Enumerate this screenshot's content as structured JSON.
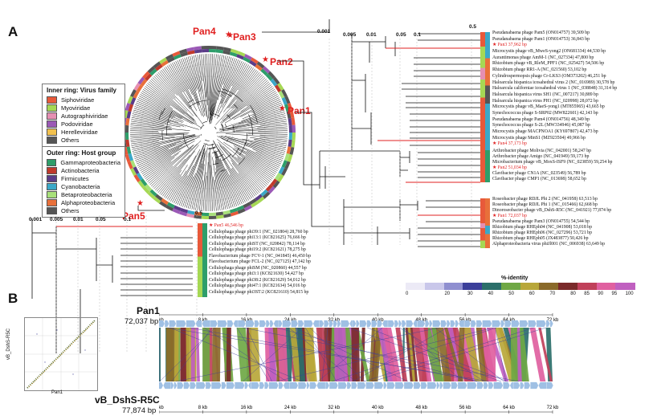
{
  "panels": {
    "a": "A",
    "b": "B"
  },
  "pan_labels": [
    "Pan1",
    "Pan2",
    "Pan3",
    "Pan4",
    "Pan5"
  ],
  "legend_virus": {
    "title": "Inner ring: Virus family",
    "items": [
      {
        "label": "Siphoviridae",
        "color": "#e8593a"
      },
      {
        "label": "Myoviridae",
        "color": "#a6d854"
      },
      {
        "label": "Autographiviridae",
        "color": "#e58fb2"
      },
      {
        "label": "Podoviridae",
        "color": "#9b59b6"
      },
      {
        "label": "Herelleviridae",
        "color": "#f2c14e"
      },
      {
        "label": "Others",
        "color": "#555555"
      }
    ]
  },
  "legend_host": {
    "title": "Outer ring: Host group",
    "items": [
      {
        "label": "Gammaproteobacteria",
        "color": "#2e9e6a"
      },
      {
        "label": "Actinobacteria",
        "color": "#c0392b"
      },
      {
        "label": "Firmicutes",
        "color": "#5b3c88"
      },
      {
        "label": "Cyanobacteria",
        "color": "#3ba8c8"
      },
      {
        "label": "Betaproteobacteria",
        "color": "#a8e07a"
      },
      {
        "label": "Alphaproteobacteria",
        "color": "#e8703a"
      },
      {
        "label": "Others",
        "color": "#555555"
      }
    ]
  },
  "scale_ticks_right": [
    "0.001",
    "0.005",
    "0.01",
    "0.05",
    "0.1",
    "0.5"
  ],
  "scale_ticks_left": [
    "0.001",
    "0.005",
    "0.01",
    "0.05",
    "0.1",
    "0.5"
  ],
  "clade_pan3": [
    {
      "text": "Pseudanabaena phage Pam5 (ON014757) 39,509 bp",
      "red": false
    },
    {
      "text": "Pseudanabaena phage Pam1 (ON014753) 36,843 bp",
      "red": false
    },
    {
      "text": "Pan3 37,962 bp",
      "red": true
    },
    {
      "text": "Microcystis phage vB_MweS-yong2 (ON681334) 44,530 bp",
      "red": false
    },
    {
      "text": "Aurantimonas phage AmM-1 (NC_027334) 47,800 bp",
      "red": false
    },
    {
      "text": "Rhizobium phage vB_RleM_PPF1 (NC_025427) 54,506 bp",
      "red": false
    },
    {
      "text": "Rhizobium phage RR1-A (NC_021560) 53,102 bp",
      "red": false
    },
    {
      "text": "Cylindrospermopsis phage Cr-LKS3 (OM373202) 46,251 bp",
      "red": false
    },
    {
      "text": "Haloarcula hispanica icosahedral virus 2 (NC_016989) 30,578 bp",
      "red": false
    },
    {
      "text": "Haloarcula californiae icosahedral virus 1 (NC_038848) 31,314 bp",
      "red": false
    },
    {
      "text": "Haloarcula hispanica virus SH1 (NC_007217) 30,889 bp",
      "red": false
    },
    {
      "text": "Haloarcula hispanica virus PH1 (NC_020998) 28,072 bp",
      "red": false
    },
    {
      "text": "Microcystis phage vB_MaeS-yong1 (MT855965) 43,665 bp",
      "red": false
    },
    {
      "text": "Synechococcus phage S-SRP02 (MW822601) 42,143 bp",
      "red": false
    },
    {
      "text": "Pseudanabaena phage Pam4 (ON014756) 48,349 bp",
      "red": false
    },
    {
      "text": "Synechococcus phage S-2L (MW334946) 45,087 bp",
      "red": false
    },
    {
      "text": "Microcystis phage MACPNOA1 (KY697807) 42,473 bp",
      "red": false
    },
    {
      "text": "Microcystis phage MinS1 (MZ923504) 49,966 bp",
      "red": false
    },
    {
      "text": "Pan4 37,173 bp",
      "red": true
    }
  ],
  "clade_pan2": [
    {
      "text": "Arthrobacter phage Molivia (NC_042001) 58,247 bp",
      "red": false
    },
    {
      "text": "Arthrobacter phage Amigo (NC_041949) 59,173 bp",
      "red": false
    },
    {
      "text": "Microbacterium phage vB_MoxS-ISF9 (NC_023859) 59,254 bp",
      "red": false
    },
    {
      "text": "Pan2 51,034 bp",
      "red": true
    },
    {
      "text": "Clavibacter phage CN1A (NC_023549) 56,789 bp",
      "red": false
    },
    {
      "text": "Clavibacter phage CMP1 (NC_013698) 58,652 bp",
      "red": false
    }
  ],
  "clade_pan1": [
    {
      "text": "Roseobacter phage RDJL Phi 2 (NC_041958) 63,513 bp",
      "red": false
    },
    {
      "text": "Roseobacter phage RDJL Phi 1 (NC_015466) 62,668 bp",
      "red": false
    },
    {
      "text": "Dinoroseobacter phage vB_DshS-R5C (NC_041921) 77,874 bp",
      "red": false
    },
    {
      "text": "Pan1 72,037 bp",
      "red": true
    },
    {
      "text": "Pseudanabaena phage Pam3 (ON014755) 54,544 bp",
      "red": false
    },
    {
      "text": "Rhizobium phage RHEph04 (NC_041908) 53,018 bp",
      "red": false
    },
    {
      "text": "Rhizobium phage RHEph06 (NC_027296) 53,721 bp",
      "red": false
    },
    {
      "text": "Rhizobium phage RHEph05 (JX483877) 50,426 bp",
      "red": false
    },
    {
      "text": "Alphaproteobacteria virus phiJl001 (NC_006938) 63,649 bp",
      "red": false
    }
  ],
  "clade_pan5": [
    {
      "text": "Pan5 46,546 bp",
      "red": true
    },
    {
      "text": "Cellulophaga phage phi39:1 (NC_021804) 28,760 bp",
      "red": false
    },
    {
      "text": "Cellulophaga phage phi13:1 (KC821625) 76,666 bp",
      "red": false
    },
    {
      "text": "Cellulophaga phage phiST (NC_020842) 78,114 bp",
      "red": false
    },
    {
      "text": "Cellulophaga phage phi19:2 (KC821621) 78,275 bp",
      "red": false
    },
    {
      "text": "Flavobacterium phage FCV-1 (NC_041845) 46,450 bp",
      "red": false
    },
    {
      "text": "Flavobacterium phage FCL-2 (NC_027125) 47,142 bp",
      "red": false
    },
    {
      "text": "Cellulophaga phage phiSM (NC_020860) 44,557 bp",
      "red": false
    },
    {
      "text": "Cellulophaga phage phi3:1 (KC821630) 54,427 bp",
      "red": false
    },
    {
      "text": "Cellulophaga phage phi38:2 (KC821629) 54,012 bp",
      "red": false
    },
    {
      "text": "Cellulophaga phage phi47:1 (KC821634) 54,016 bp",
      "red": false
    },
    {
      "text": "Cellulophaga phage phi3ST:2 (KC821610) 54,815 bp",
      "red": false
    }
  ],
  "identity": {
    "title": "%-identity",
    "ticks": [
      "0",
      "20",
      "30",
      "40",
      "50",
      "60",
      "70",
      "80",
      "85",
      "90",
      "95",
      "100"
    ],
    "colors": [
      "#eceaf6",
      "#c9c7ea",
      "#8f8fd0",
      "#3b3f9a",
      "#2b6f6a",
      "#6fa845",
      "#b8a73a",
      "#8a6a2a",
      "#7a2a2a",
      "#c0405a",
      "#e060a0",
      "#c060c0"
    ]
  },
  "dotplot": {
    "xlabel": "Pan1",
    "ylabel": "vB_DshS-R5C"
  },
  "genome_top": {
    "name": "Pan1",
    "size": "72,037 bp"
  },
  "genome_bottom": {
    "name": "vB_DshS-R5C",
    "size": "77,874 bp"
  },
  "kb_ticks_top": [
    "0 kb",
    "8 kb",
    "16 kb",
    "24 kb",
    "32 kb",
    "40 kb",
    "48 kb",
    "56 kb",
    "64 kb",
    "72 kb"
  ],
  "kb_ticks_bottom": [
    "0 kb",
    "8 kb",
    "16 kb",
    "24 kb",
    "32 kb",
    "40 kb",
    "48 kb",
    "56 kb",
    "64 kb",
    "72 kb"
  ],
  "circle_scale": [
    "0.5",
    "0.1",
    "0.05",
    "0.01",
    "0.005",
    "0.001"
  ]
}
